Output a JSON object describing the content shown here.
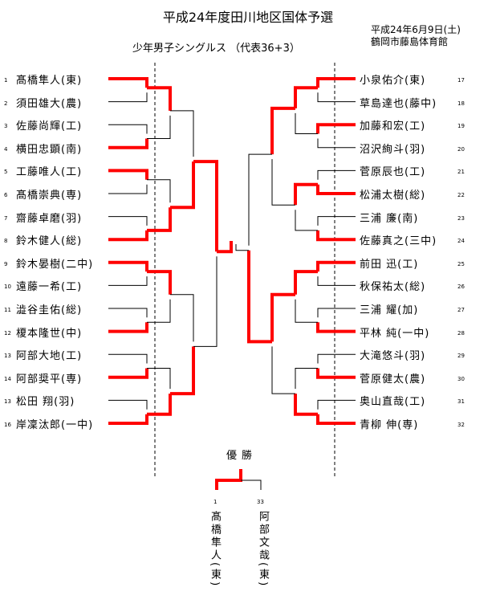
{
  "title": "平成24年度田川地区国体予選",
  "subtitle": "少年男子シングルス （代表36+3）",
  "date": "平成24年6月9日(土)",
  "venue": "鶴岡市藤島体育館",
  "left_players": [
    {
      "seed": "1",
      "name": "髙橋隼人(東)"
    },
    {
      "seed": "2",
      "name": "須田雄大(農)"
    },
    {
      "seed": "3",
      "name": "佐藤尚輝(工)"
    },
    {
      "seed": "4",
      "name": "横田忠顕(南)"
    },
    {
      "seed": "5",
      "name": "工藤唯人(工)"
    },
    {
      "seed": "6",
      "name": "髙橋崇典(専)"
    },
    {
      "seed": "7",
      "name": "齋藤卓磨(羽)"
    },
    {
      "seed": "8",
      "name": "鈴木健人(総)"
    },
    {
      "seed": "9",
      "name": "鈴木晏樹(二中)"
    },
    {
      "seed": "10",
      "name": "遠藤一希(工)"
    },
    {
      "seed": "11",
      "name": "澁谷圭佑(総)"
    },
    {
      "seed": "12",
      "name": "榎本隆世(中)"
    },
    {
      "seed": "13",
      "name": "阿部大地(工)"
    },
    {
      "seed": "14",
      "name": "阿部奨平(専)"
    },
    {
      "seed": "13",
      "name": "松田 翔(羽)"
    },
    {
      "seed": "16",
      "name": "岸凜汰郎(一中)"
    }
  ],
  "right_players": [
    {
      "seed": "17",
      "name": "小泉佑介(東)"
    },
    {
      "seed": "18",
      "name": "草島達也(藤中)"
    },
    {
      "seed": "19",
      "name": "加藤和宏(工)"
    },
    {
      "seed": "20",
      "name": "沼沢絢斗(羽)"
    },
    {
      "seed": "21",
      "name": "菅原辰也(工)"
    },
    {
      "seed": "22",
      "name": "松浦太樹(総)"
    },
    {
      "seed": "23",
      "name": "三浦 廉(南)"
    },
    {
      "seed": "24",
      "name": "佐藤真之(三中)"
    },
    {
      "seed": "25",
      "name": "前田 迅(工)"
    },
    {
      "seed": "26",
      "name": "秋保祐太(総)"
    },
    {
      "seed": "27",
      "name": "三浦 耀(加)"
    },
    {
      "seed": "28",
      "name": "平林 純(一中)"
    },
    {
      "seed": "29",
      "name": "大滝悠斗(羽)"
    },
    {
      "seed": "30",
      "name": "菅原健太(農)"
    },
    {
      "seed": "31",
      "name": "奥山直哉(工)"
    },
    {
      "seed": "32",
      "name": "青柳 伸(専)"
    }
  ],
  "champion": {
    "label": "優勝",
    "left": {
      "seed": "1",
      "name": "髙橋隼人(東)"
    },
    "right": {
      "seed": "33",
      "name": "阿部文哉(東)"
    }
  },
  "colors": {
    "winner_line": "#ff0000",
    "loser_line": "#000000",
    "divider": "#000000"
  }
}
